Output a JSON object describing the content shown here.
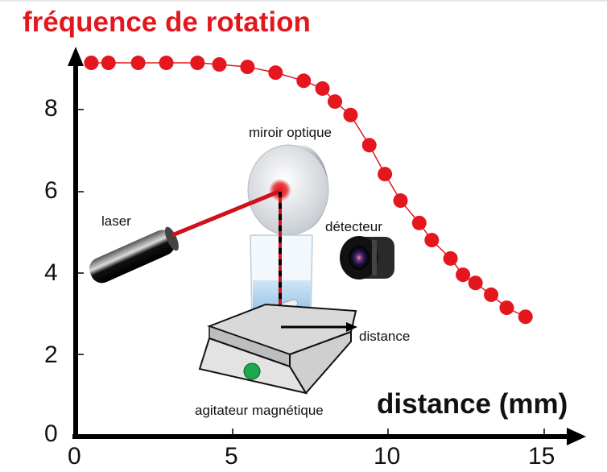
{
  "chart_data": {
    "type": "line",
    "title": "fréquence de rotation",
    "xlabel": "distance (mm)",
    "ylabel": "fréquence de rotation",
    "xlim": [
      0,
      16
    ],
    "ylim": [
      0,
      9.3
    ],
    "x_ticks": [
      0,
      5,
      10,
      15
    ],
    "y_ticks": [
      0,
      2,
      4,
      6,
      8
    ],
    "grid": false,
    "legend": null,
    "series": [
      {
        "name": "fréquence de rotation",
        "color": "#e3171d",
        "marker": "circle",
        "x": [
          0.5,
          1.05,
          2.0,
          2.9,
          3.9,
          4.6,
          5.5,
          6.4,
          7.3,
          7.9,
          8.3,
          8.8,
          9.4,
          9.9,
          10.4,
          11.0,
          11.4,
          12.0,
          12.4,
          12.8,
          13.3,
          13.8,
          14.4
        ],
        "y": [
          9.15,
          9.15,
          9.15,
          9.15,
          9.15,
          9.11,
          9.05,
          8.91,
          8.71,
          8.52,
          8.2,
          7.87,
          7.13,
          6.42,
          5.77,
          5.22,
          4.8,
          4.35,
          3.95,
          3.75,
          3.46,
          3.14,
          2.92
        ]
      }
    ],
    "annotations": [
      {
        "text": "miroir optique"
      },
      {
        "text": "laser"
      },
      {
        "text": "détecteur"
      },
      {
        "text": "distance"
      },
      {
        "text": "agitateur magnétique"
      }
    ]
  },
  "labels": {
    "title": "fréquence de rotation",
    "xlabel": "distance (mm)",
    "mirror": "miroir optique",
    "laser": "laser",
    "detector": "détecteur",
    "distance_arrow": "distance",
    "stirrer": "agitateur magnétique",
    "xticks": [
      "0",
      "5",
      "10",
      "15"
    ],
    "yticks": [
      "0",
      "2",
      "4",
      "6",
      "8"
    ]
  },
  "colors": {
    "data": "#e3171d",
    "axis": "#000000",
    "stirrer_button": "#1aa84a",
    "water": "#9cc8ea"
  }
}
